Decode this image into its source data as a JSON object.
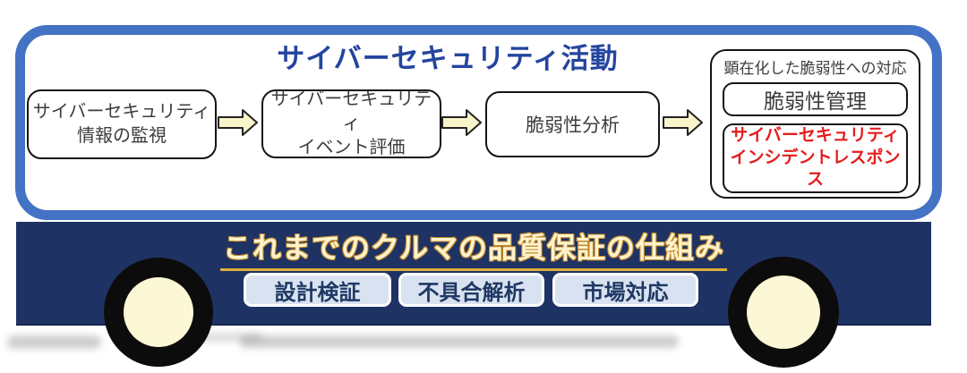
{
  "top_panel": {
    "title": "サイバーセキュリティ活動",
    "flow": [
      {
        "label": "サイバーセキュリティ\n情報の監視"
      },
      {
        "label": "サイバーセキュリティ\nイベント評価"
      },
      {
        "label": "脆弱性分析"
      }
    ],
    "response_group": {
      "label": "顕在化した脆弱性への対応",
      "items": [
        {
          "label": "脆弱性管理"
        },
        {
          "label": "サイバーセキュリティ\nインシデントレスポンス"
        }
      ]
    }
  },
  "car_panel": {
    "title": "これまでのクルマの品質保証の仕組み",
    "qa_boxes": [
      {
        "label": "設計検証"
      },
      {
        "label": "不具合解析"
      },
      {
        "label": "市場対応"
      }
    ]
  },
  "colors": {
    "panel_border_blue": "#4472C4",
    "title_blue": "#24459E",
    "car_body_navy": "#1E3263",
    "car_title_cream": "#FFF3CD",
    "car_title_outline_gold": "#C08A2E",
    "underline_gold": "#DFAE3C",
    "qa_box_fill": "#D9E2F0",
    "qa_text_navy": "#1F3864",
    "incident_red": "#E51D1D",
    "arrow_fill_cream": "#FAF4CB",
    "box_text_gray": "#3d3d3d",
    "wheel_black": "#0c0c0c",
    "wheel_hub_cream": "#FCF7D5"
  }
}
